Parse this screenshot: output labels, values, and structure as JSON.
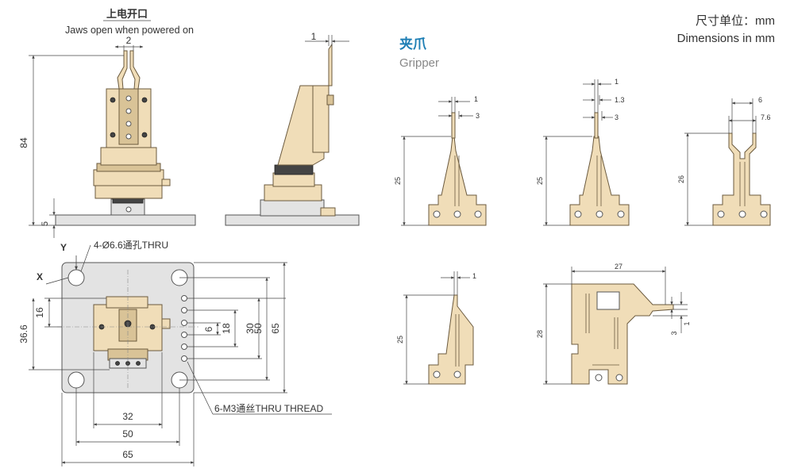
{
  "header": {
    "title_cn": "上电开口",
    "title_en": "Jaws open when powered on",
    "units_cn": "尺寸单位：mm",
    "units_en": "Dimensions in mm"
  },
  "gripper": {
    "title_cn": "夹爪",
    "title_en": "Gripper",
    "accent_color": "#1f7fb5"
  },
  "front_view": {
    "dim_top": "2",
    "dim_height": "84",
    "dim_base": "5"
  },
  "side_view": {
    "dim_top": "1"
  },
  "plan_view": {
    "axis_x": "X",
    "axis_y": "Y",
    "hole_note": "4-Ø6.6通孔THRU",
    "thread_note": "6-M3通丝THRU THREAD",
    "dim_16": "16",
    "dim_36_6": "36.6",
    "dim_6": "6",
    "dim_18": "18",
    "dim_30": "30",
    "dim_50_v": "50",
    "dim_65_v": "65",
    "dim_32": "32",
    "dim_50_h": "50",
    "dim_65_h": "65"
  },
  "gripper_views": [
    {
      "name": "a",
      "dims": [
        "1",
        "3",
        "25"
      ]
    },
    {
      "name": "b",
      "dims": [
        "1",
        "1.3",
        "3",
        "25"
      ]
    },
    {
      "name": "c",
      "dims": [
        "6",
        "7.6",
        "26"
      ]
    },
    {
      "name": "d",
      "dims": [
        "1",
        "25"
      ]
    },
    {
      "name": "e",
      "dims": [
        "27",
        "3",
        "1",
        "28"
      ]
    }
  ]
}
